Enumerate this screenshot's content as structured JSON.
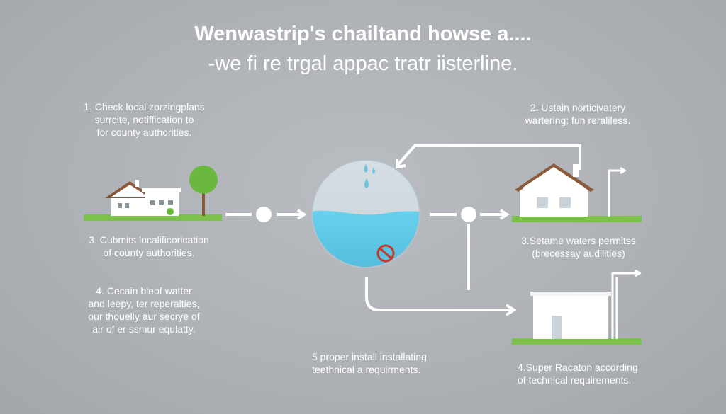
{
  "title": {
    "line1": "Wenwastrip's chailtand howse a....",
    "line2": "-we fi re trgal appac tratr iisterline."
  },
  "steps": {
    "step1": [
      "1. Check local zorzingplans",
      "surrcite, notiffication to",
      "for county authorities."
    ],
    "step2": [
      "2. Ustain norticivatery",
      "wartering: fun reraliless."
    ],
    "step3_left": [
      "3. Cubmits localificorication",
      "of county authorities."
    ],
    "step3_right": [
      "3.Setame waters permitss",
      "(brecessay audilities)"
    ],
    "step4_left": [
      "4. Cecain bleof watter",
      "and leepy, ter reperalties,",
      "our thouelly aur secrye of",
      "air of er ssmur equlatty."
    ],
    "step4_right": [
      "4.Super Racaton  according",
      "of technical requirements."
    ],
    "step5": [
      "5 proper  install installating",
      "teethnical a requirments."
    ]
  },
  "colors": {
    "background": "#adb0b5",
    "grass": "#7cc24a",
    "tree": "#6ab83d",
    "water": "#5ec7e6",
    "tank": "#d2dde3",
    "roof": "#8a5a3a",
    "no_symbol": "#c0392b"
  },
  "icons": {
    "house_left": "house-icon",
    "tree": "tree-icon",
    "tank": "water-tank-icon",
    "droplets": "water-drop-icon",
    "no_symbol": "prohibited-icon",
    "house_right": "house-icon",
    "building": "building-icon"
  }
}
